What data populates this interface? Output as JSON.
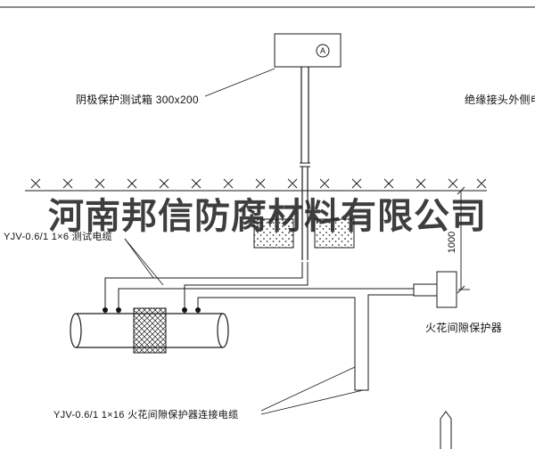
{
  "drawing": {
    "test_box_label": "阴极保护测试箱 300x200",
    "insulation_joint_cable_label": "绝缘接头外侧电缆",
    "test_cable_label": "YJV-0.6/1  1×6   测试电缆",
    "spark_gap_label": "火花间隙保护器",
    "spark_gap_cable_label": "YJV-0.6/1  1×16   火花间隙保护器连接电缆",
    "dimension_1000": "1000",
    "ammeter_symbol": "A"
  },
  "watermark": {
    "text": "河南邦信防腐材料有限公司"
  },
  "colors": {
    "line": "#1a1a1a",
    "watermark": "#232323"
  }
}
